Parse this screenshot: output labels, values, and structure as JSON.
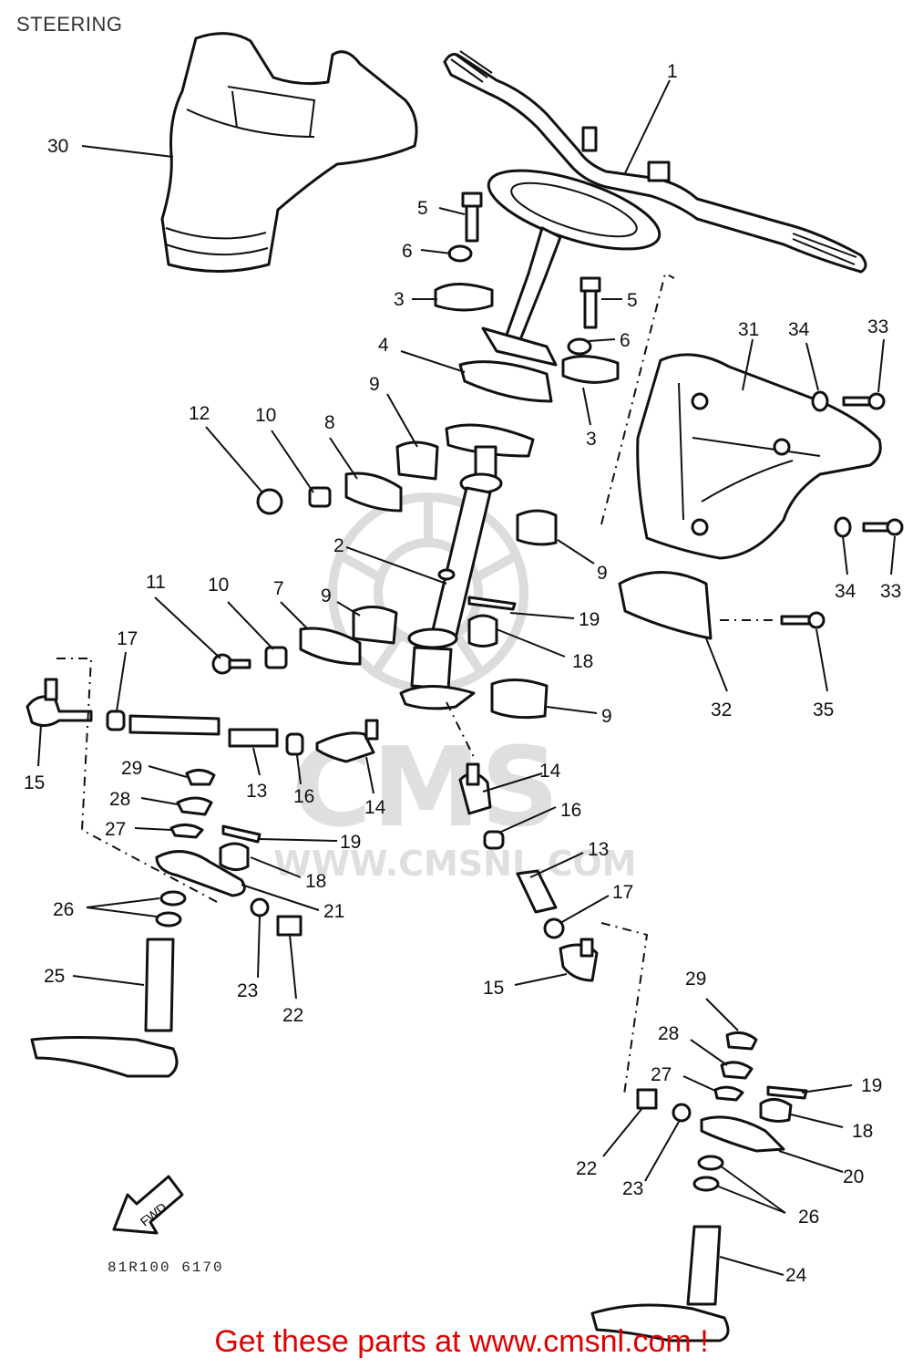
{
  "page": {
    "title": "STEERING"
  },
  "watermark": {
    "text": "WWW.CMSNL.COM",
    "logo": "CMS"
  },
  "diagram": {
    "drawing_code": "81R100 6170",
    "fwd_label": "FWD",
    "labels": [
      "1",
      "2",
      "3",
      "3",
      "4",
      "5",
      "5",
      "6",
      "6",
      "7",
      "8",
      "9",
      "9",
      "9",
      "9",
      "10",
      "10",
      "11",
      "12",
      "13",
      "13",
      "14",
      "14",
      "14",
      "15",
      "15",
      "16",
      "16",
      "17",
      "17",
      "18",
      "18",
      "18",
      "19",
      "19",
      "19",
      "20",
      "21",
      "22",
      "22",
      "23",
      "23",
      "24",
      "25",
      "26",
      "26",
      "27",
      "27",
      "28",
      "28",
      "29",
      "29",
      "30",
      "31",
      "32",
      "33",
      "33",
      "34",
      "34",
      "35"
    ]
  },
  "footer": {
    "text": "Get these parts at www.cmsnl.com !"
  }
}
